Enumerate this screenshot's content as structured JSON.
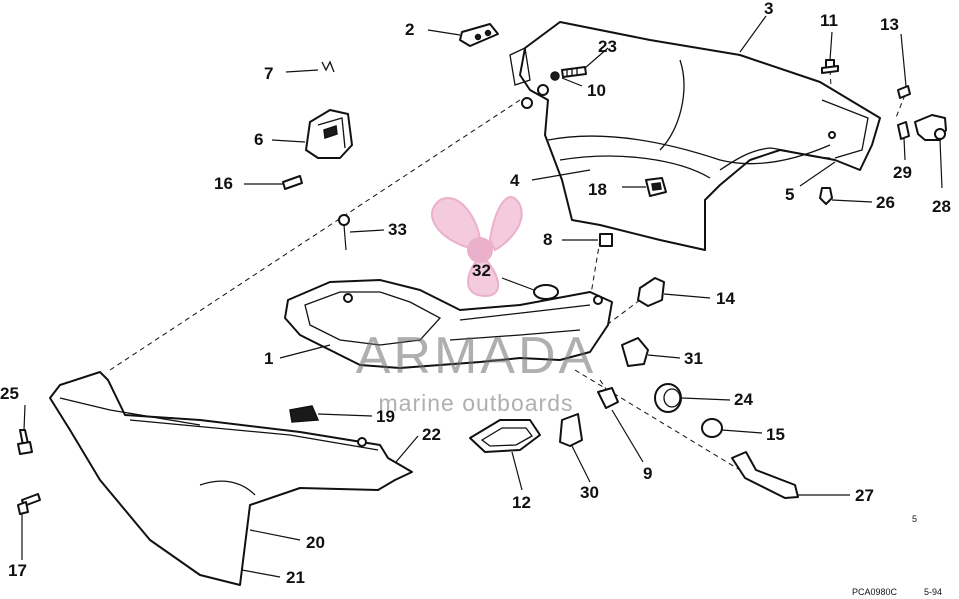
{
  "diagram": {
    "callouts": [
      {
        "id": "c1",
        "label": "1"
      },
      {
        "id": "c2",
        "label": "2"
      },
      {
        "id": "c3",
        "label": "3"
      },
      {
        "id": "c4",
        "label": "4"
      },
      {
        "id": "c5",
        "label": "5"
      },
      {
        "id": "c6",
        "label": "6"
      },
      {
        "id": "c7",
        "label": "7"
      },
      {
        "id": "c8",
        "label": "8"
      },
      {
        "id": "c9",
        "label": "9"
      },
      {
        "id": "c10",
        "label": "10"
      },
      {
        "id": "c11",
        "label": "11"
      },
      {
        "id": "c12",
        "label": "12"
      },
      {
        "id": "c13",
        "label": "13"
      },
      {
        "id": "c14",
        "label": "14"
      },
      {
        "id": "c15",
        "label": "15"
      },
      {
        "id": "c16",
        "label": "16"
      },
      {
        "id": "c17",
        "label": "17"
      },
      {
        "id": "c18",
        "label": "18"
      },
      {
        "id": "c19",
        "label": "19"
      },
      {
        "id": "c20",
        "label": "20"
      },
      {
        "id": "c21",
        "label": "21"
      },
      {
        "id": "c22",
        "label": "22"
      },
      {
        "id": "c23",
        "label": "23"
      },
      {
        "id": "c24",
        "label": "24"
      },
      {
        "id": "c25",
        "label": "25"
      },
      {
        "id": "c26",
        "label": "26"
      },
      {
        "id": "c27",
        "label": "27"
      },
      {
        "id": "c28",
        "label": "28"
      },
      {
        "id": "c29",
        "label": "29"
      },
      {
        "id": "c30",
        "label": "30"
      },
      {
        "id": "c31",
        "label": "31"
      },
      {
        "id": "c32",
        "label": "32"
      },
      {
        "id": "c33",
        "label": "33"
      }
    ],
    "footer_code": "PCA0980C",
    "footer_date": "5-94",
    "corner_mark": "5"
  },
  "watermark": {
    "name": "ARMADA",
    "tagline": "marine outboards",
    "logo_icon": "propeller-logo-icon",
    "logo_color": "#e8a3c4"
  },
  "colors": {
    "ink": "#111111",
    "background": "#ffffff"
  }
}
